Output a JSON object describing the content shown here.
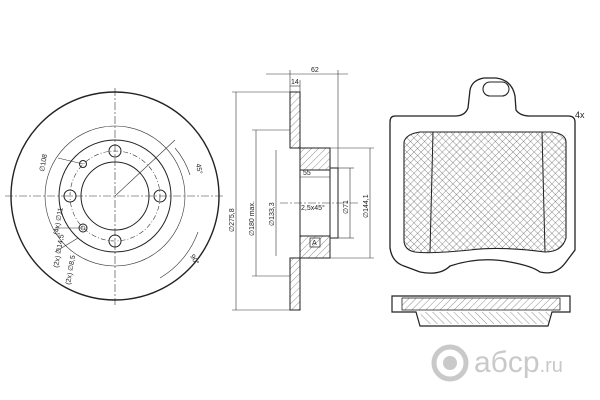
{
  "disc_front": {
    "dim_108": "∅108",
    "dim_4x": "(4x) ∅11",
    "dim_14_5": "(2x) ∅14,5",
    "dim_8_5": "(2x) ∅8,5",
    "angle_45": "45°",
    "angle_90": "90°"
  },
  "disc_section": {
    "dim_14": "14",
    "dim_62": "62",
    "dim_55": "55",
    "dim_275_8": "∅275,8",
    "dim_180": "∅180 max.",
    "dim_133_3": "∅133,3",
    "dim_chamfer": "2,5x45°",
    "dim_71": "∅71",
    "dim_144_1": "∅144,1",
    "ref_a": "A"
  },
  "pad": {
    "qty": "4x"
  },
  "watermark": {
    "brand": "aбcp",
    "domain": ".ru",
    "icon": "abcp-logo-icon",
    "color": "#c9c9c9"
  }
}
